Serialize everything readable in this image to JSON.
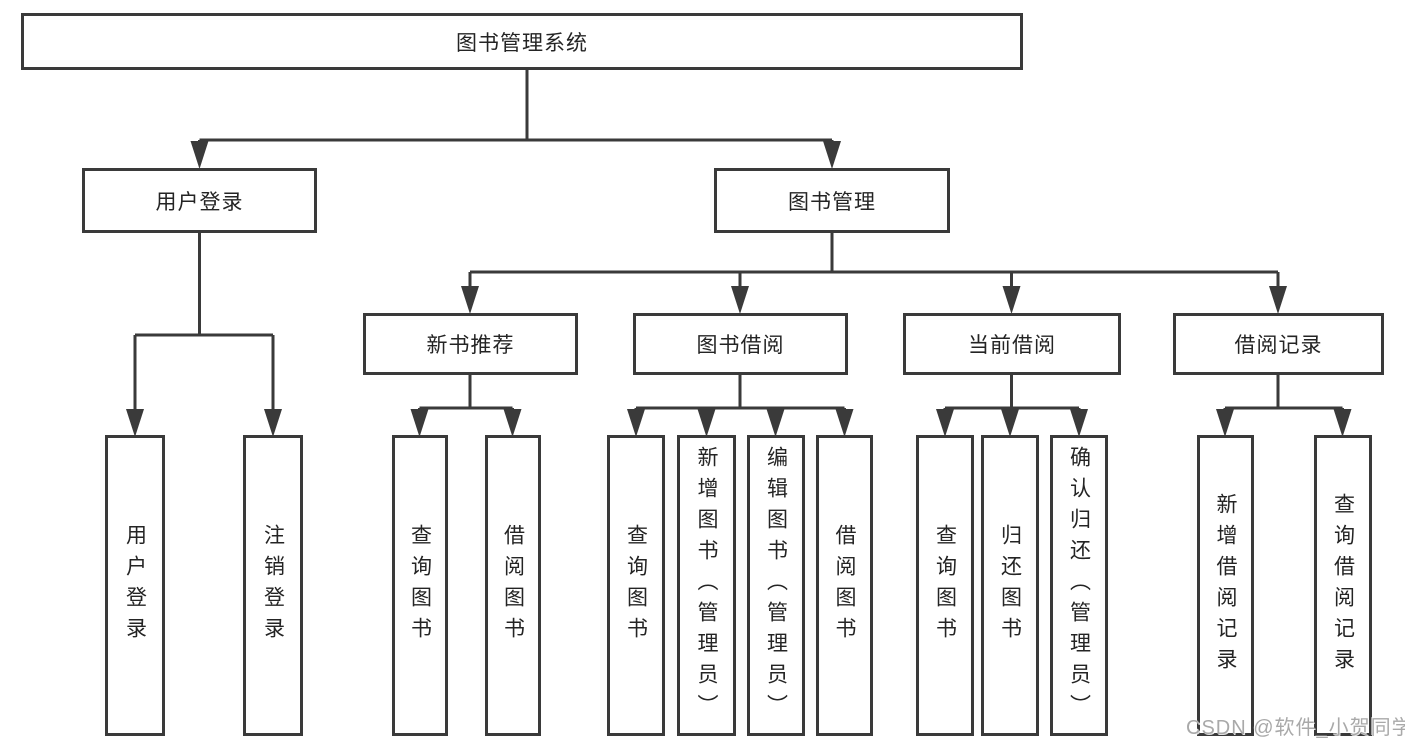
{
  "tree": {
    "root": {
      "label": "图书管理系统"
    },
    "branches": [
      {
        "label": "用户登录",
        "children": [
          {
            "label": "用户登录"
          },
          {
            "label": "注销登录"
          }
        ]
      },
      {
        "label": "图书管理",
        "children": [
          {
            "label": "新书推荐",
            "children": [
              {
                "label": "查询图书"
              },
              {
                "label": "借阅图书"
              }
            ]
          },
          {
            "label": "图书借阅",
            "children": [
              {
                "label": "查询图书"
              },
              {
                "label": "新增图书（管理员）"
              },
              {
                "label": "编辑图书（管理员）"
              },
              {
                "label": "借阅图书"
              }
            ]
          },
          {
            "label": "当前借阅",
            "children": [
              {
                "label": "查询图书"
              },
              {
                "label": "归还图书"
              },
              {
                "label": "确认归还（管理员）"
              }
            ]
          },
          {
            "label": "借阅记录",
            "children": [
              {
                "label": "新增借阅记录"
              },
              {
                "label": "查询借阅记录"
              }
            ]
          }
        ]
      }
    ]
  },
  "watermark": {
    "text": "CSDN @软件_小贺同学"
  },
  "colors": {
    "line": "#3a3a3a",
    "text": "#242424",
    "watermark": "#a9a9a9",
    "background": "#ffffff"
  }
}
